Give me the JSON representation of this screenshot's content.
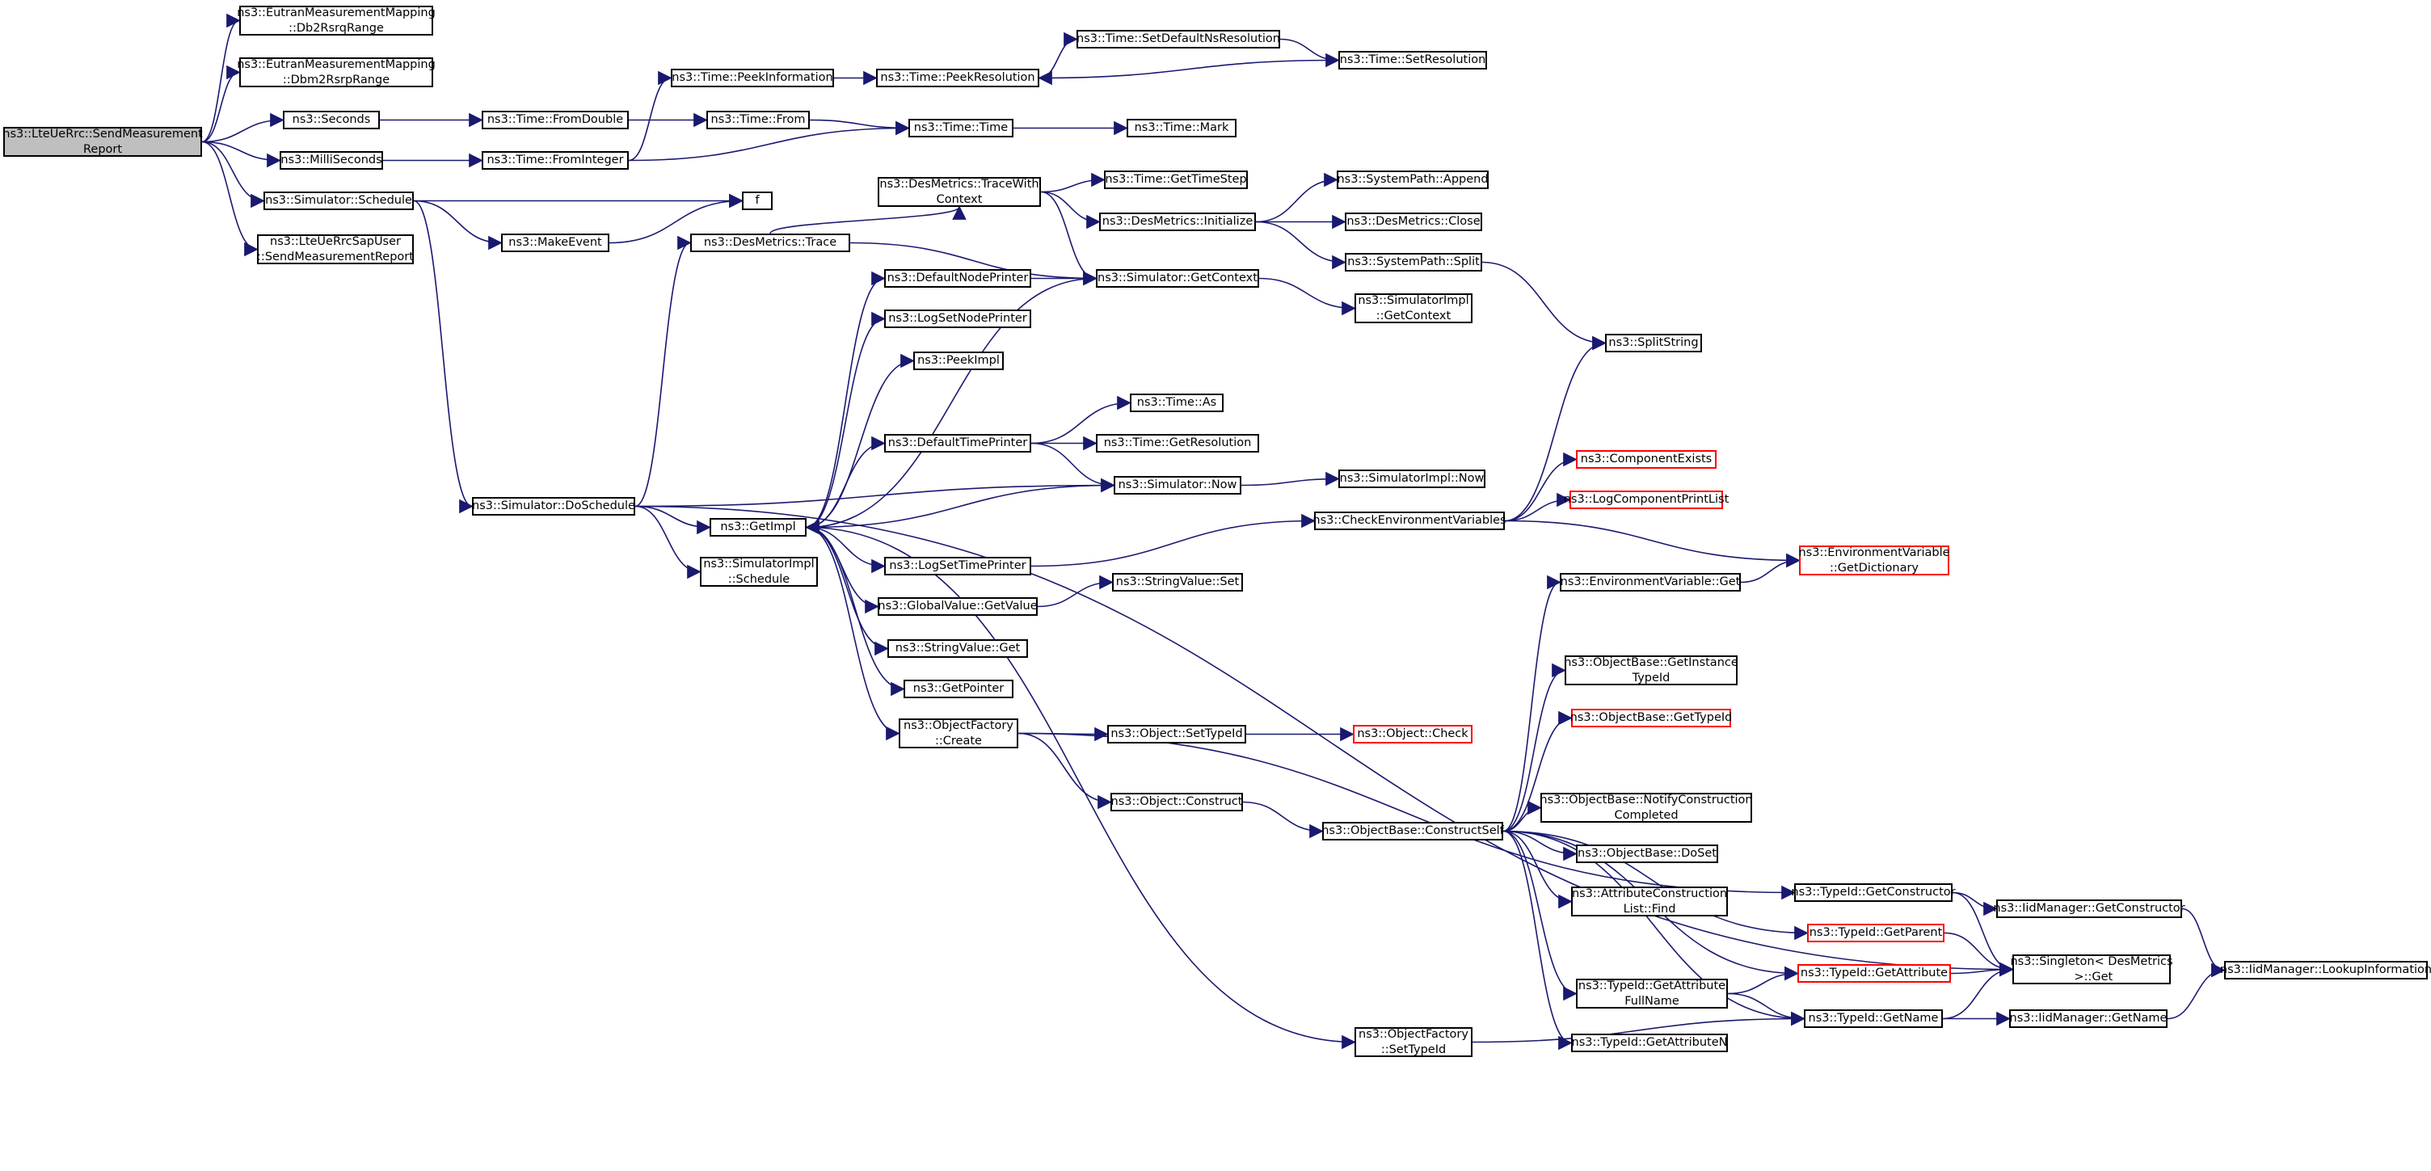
{
  "graph": {
    "colors": {
      "edge": "#191970",
      "box": "#000000",
      "root_fill": "#bfbfbf",
      "warning_box": "#ff0000",
      "background": "#ffffff"
    },
    "nodes": [
      {
        "id": "root",
        "label": "ns3::LteUeRrc::SendMeasurement\nReport",
        "root": true
      },
      {
        "id": "db2rsrq",
        "label": "ns3::EutranMeasurementMapping\n::Db2RsrqRange"
      },
      {
        "id": "dbm2rsrp",
        "label": "ns3::EutranMeasurementMapping\n::Dbm2RsrpRange"
      },
      {
        "id": "seconds",
        "label": "ns3::Seconds"
      },
      {
        "id": "milliseconds",
        "label": "ns3::MilliSeconds"
      },
      {
        "id": "schedule",
        "label": "ns3::Simulator::Schedule"
      },
      {
        "id": "sapuser",
        "label": "ns3::LteUeRrcSapUser\n::SendMeasurementReport"
      },
      {
        "id": "fromdouble",
        "label": "ns3::Time::FromDouble"
      },
      {
        "id": "frominteger",
        "label": "ns3::Time::FromInteger"
      },
      {
        "id": "peekinfo",
        "label": "ns3::Time::PeekInformation"
      },
      {
        "id": "timefrom",
        "label": "ns3::Time::From"
      },
      {
        "id": "peekres",
        "label": "ns3::Time::PeekResolution"
      },
      {
        "id": "setdefres",
        "label": "ns3::Time::SetDefaultNsResolution"
      },
      {
        "id": "setres",
        "label": "ns3::Time::SetResolution"
      },
      {
        "id": "timetime",
        "label": "ns3::Time::Time"
      },
      {
        "id": "timemark",
        "label": "ns3::Time::Mark"
      },
      {
        "id": "f",
        "label": "f"
      },
      {
        "id": "makeevent",
        "label": "ns3::MakeEvent"
      },
      {
        "id": "dmtrace",
        "label": "ns3::DesMetrics::Trace"
      },
      {
        "id": "dmtracewc",
        "label": "ns3::DesMetrics::TraceWith\nContext"
      },
      {
        "id": "gettimestep",
        "label": "ns3::Time::GetTimeStep"
      },
      {
        "id": "dminit",
        "label": "ns3::DesMetrics::Initialize"
      },
      {
        "id": "spappend",
        "label": "ns3::SystemPath::Append"
      },
      {
        "id": "dmclose",
        "label": "ns3::DesMetrics::Close"
      },
      {
        "id": "spsplit",
        "label": "ns3::SystemPath::Split"
      },
      {
        "id": "splitstring",
        "label": "ns3::SplitString"
      },
      {
        "id": "defnodeprinter",
        "label": "ns3::DefaultNodePrinter"
      },
      {
        "id": "simgetcontext",
        "label": "ns3::Simulator::GetContext"
      },
      {
        "id": "simimplgetcontext",
        "label": "ns3::SimulatorImpl\n::GetContext"
      },
      {
        "id": "logsetnodeprinter",
        "label": "ns3::LogSetNodePrinter"
      },
      {
        "id": "peekimpl",
        "label": "ns3::PeekImpl"
      },
      {
        "id": "timeas",
        "label": "ns3::Time::As"
      },
      {
        "id": "deftimeprinter",
        "label": "ns3::DefaultTimePrinter"
      },
      {
        "id": "timegetres",
        "label": "ns3::Time::GetResolution"
      },
      {
        "id": "simnow",
        "label": "ns3::Simulator::Now"
      },
      {
        "id": "simimplnow",
        "label": "ns3::SimulatorImpl::Now"
      },
      {
        "id": "doschedule",
        "label": "ns3::Simulator::DoSchedule"
      },
      {
        "id": "getimpl",
        "label": "ns3::GetImpl"
      },
      {
        "id": "compexists",
        "label": "ns3::ComponentExists",
        "warn": true
      },
      {
        "id": "logcompprint",
        "label": "ns3::LogComponentPrintList",
        "warn": true
      },
      {
        "id": "checkenv",
        "label": "ns3::CheckEnvironmentVariables"
      },
      {
        "id": "logsettimeprinter",
        "label": "ns3::LogSetTimePrinter"
      },
      {
        "id": "envgetdict",
        "label": "ns3::EnvironmentVariable\n::GetDictionary",
        "warn": true
      },
      {
        "id": "simimplschedule",
        "label": "ns3::SimulatorImpl\n::Schedule"
      },
      {
        "id": "envget",
        "label": "ns3::EnvironmentVariable::Get"
      },
      {
        "id": "gvgetvalue",
        "label": "ns3::GlobalValue::GetValue"
      },
      {
        "id": "svset",
        "label": "ns3::StringValue::Set"
      },
      {
        "id": "svget",
        "label": "ns3::StringValue::Get"
      },
      {
        "id": "obgetinst",
        "label": "ns3::ObjectBase::GetInstance\nTypeId"
      },
      {
        "id": "getpointer",
        "label": "ns3::GetPointer"
      },
      {
        "id": "obgettypeid",
        "label": "ns3::ObjectBase::GetTypeId",
        "warn": true
      },
      {
        "id": "ofcreate",
        "label": "ns3::ObjectFactory\n::Create"
      },
      {
        "id": "objsettypeid",
        "label": "ns3::Object::SetTypeId"
      },
      {
        "id": "objcheck",
        "label": "ns3::Object::Check",
        "warn": true
      },
      {
        "id": "obnotify",
        "label": "ns3::ObjectBase::NotifyConstruction\nCompleted"
      },
      {
        "id": "objconstruct",
        "label": "ns3::Object::Construct"
      },
      {
        "id": "obconstructself",
        "label": "ns3::ObjectBase::ConstructSelf"
      },
      {
        "id": "obdoset",
        "label": "ns3::ObjectBase::DoSet"
      },
      {
        "id": "acl",
        "label": "ns3::AttributeConstruction\nList::Find"
      },
      {
        "id": "tidgetctor",
        "label": "ns3::TypeId::GetConstructor"
      },
      {
        "id": "iidgetctor",
        "label": "ns3::IidManager::GetConstructor"
      },
      {
        "id": "tidgetparent",
        "label": "ns3::TypeId::GetParent",
        "warn": true
      },
      {
        "id": "singleton",
        "label": "ns3::Singleton< DesMetrics\n >::Get"
      },
      {
        "id": "iidlookup",
        "label": "ns3::IidManager::LookupInformation"
      },
      {
        "id": "tidgetattr",
        "label": "ns3::TypeId::GetAttribute",
        "warn": true
      },
      {
        "id": "tidgetattrfull",
        "label": "ns3::TypeId::GetAttribute\nFullName"
      },
      {
        "id": "tidgetname",
        "label": "ns3::TypeId::GetName"
      },
      {
        "id": "iidgetname",
        "label": "ns3::IidManager::GetName"
      },
      {
        "id": "ofsettypeid",
        "label": "ns3::ObjectFactory\n::SetTypeId"
      },
      {
        "id": "tidgetattrn",
        "label": "ns3::TypeId::GetAttributeN"
      }
    ],
    "edges": [
      [
        "root",
        "db2rsrq"
      ],
      [
        "root",
        "dbm2rsrp"
      ],
      [
        "root",
        "seconds"
      ],
      [
        "root",
        "milliseconds"
      ],
      [
        "root",
        "schedule"
      ],
      [
        "root",
        "sapuser"
      ],
      [
        "seconds",
        "fromdouble"
      ],
      [
        "milliseconds",
        "frominteger"
      ],
      [
        "fromdouble",
        "timefrom"
      ],
      [
        "frominteger",
        "peekinfo"
      ],
      [
        "frominteger",
        "timetime"
      ],
      [
        "peekinfo",
        "peekres"
      ],
      [
        "timefrom",
        "timetime"
      ],
      [
        "peekres",
        "setdefres"
      ],
      [
        "setdefres",
        "setres"
      ],
      [
        "setres",
        "peekres"
      ],
      [
        "timetime",
        "timemark"
      ],
      [
        "schedule",
        "f"
      ],
      [
        "schedule",
        "makeevent"
      ],
      [
        "schedule",
        "doschedule"
      ],
      [
        "makeevent",
        "f"
      ],
      [
        "doschedule",
        "dmtrace"
      ],
      [
        "doschedule",
        "getimpl"
      ],
      [
        "doschedule",
        "simnow"
      ],
      [
        "doschedule",
        "simimplschedule"
      ],
      [
        "doschedule",
        "singleton"
      ],
      [
        "dmtrace",
        "dmtracewc"
      ],
      [
        "dmtrace",
        "simgetcontext"
      ],
      [
        "dmtracewc",
        "gettimestep"
      ],
      [
        "dmtracewc",
        "dminit"
      ],
      [
        "dmtracewc",
        "simgetcontext"
      ],
      [
        "dminit",
        "spappend"
      ],
      [
        "dminit",
        "dmclose"
      ],
      [
        "dminit",
        "spsplit"
      ],
      [
        "spsplit",
        "splitstring"
      ],
      [
        "simgetcontext",
        "simimplgetcontext"
      ],
      [
        "simgetcontext",
        "getimpl"
      ],
      [
        "defnodeprinter",
        "simgetcontext"
      ],
      [
        "deftimeprinter",
        "timeas"
      ],
      [
        "deftimeprinter",
        "timegetres"
      ],
      [
        "deftimeprinter",
        "simnow"
      ],
      [
        "simnow",
        "simimplnow"
      ],
      [
        "simnow",
        "getimpl"
      ],
      [
        "getimpl",
        "defnodeprinter"
      ],
      [
        "getimpl",
        "logsetnodeprinter"
      ],
      [
        "getimpl",
        "peekimpl"
      ],
      [
        "getimpl",
        "deftimeprinter"
      ],
      [
        "getimpl",
        "logsettimeprinter"
      ],
      [
        "getimpl",
        "gvgetvalue"
      ],
      [
        "getimpl",
        "svget"
      ],
      [
        "getimpl",
        "getpointer"
      ],
      [
        "getimpl",
        "ofcreate"
      ],
      [
        "getimpl",
        "ofsettypeid"
      ],
      [
        "logsettimeprinter",
        "checkenv"
      ],
      [
        "checkenv",
        "splitstring"
      ],
      [
        "checkenv",
        "compexists"
      ],
      [
        "checkenv",
        "logcompprint"
      ],
      [
        "checkenv",
        "envgetdict"
      ],
      [
        "envget",
        "envgetdict"
      ],
      [
        "gvgetvalue",
        "svset"
      ],
      [
        "ofcreate",
        "objsettypeid"
      ],
      [
        "ofcreate",
        "objconstruct"
      ],
      [
        "ofcreate",
        "tidgetctor"
      ],
      [
        "objsettypeid",
        "objcheck"
      ],
      [
        "objconstruct",
        "obconstructself"
      ],
      [
        "obconstructself",
        "envget"
      ],
      [
        "obconstructself",
        "obgetinst"
      ],
      [
        "obconstructself",
        "obgettypeid"
      ],
      [
        "obconstructself",
        "obnotify"
      ],
      [
        "obconstructself",
        "obdoset"
      ],
      [
        "obconstructself",
        "acl"
      ],
      [
        "obconstructself",
        "tidgetparent"
      ],
      [
        "obconstructself",
        "tidgetattr"
      ],
      [
        "obconstructself",
        "tidgetattrfull"
      ],
      [
        "obconstructself",
        "tidgetattrn"
      ],
      [
        "obconstructself",
        "tidgetname"
      ],
      [
        "tidgetctor",
        "iidgetctor"
      ],
      [
        "tidgetctor",
        "singleton"
      ],
      [
        "iidgetctor",
        "iidlookup"
      ],
      [
        "tidgetparent",
        "singleton"
      ],
      [
        "tidgetattr",
        "singleton"
      ],
      [
        "tidgetattrfull",
        "tidgetattr"
      ],
      [
        "tidgetattrfull",
        "tidgetname"
      ],
      [
        "tidgetname",
        "singleton"
      ],
      [
        "tidgetname",
        "iidgetname"
      ],
      [
        "iidgetname",
        "iidlookup"
      ],
      [
        "ofsettypeid",
        "tidgetname"
      ]
    ]
  }
}
